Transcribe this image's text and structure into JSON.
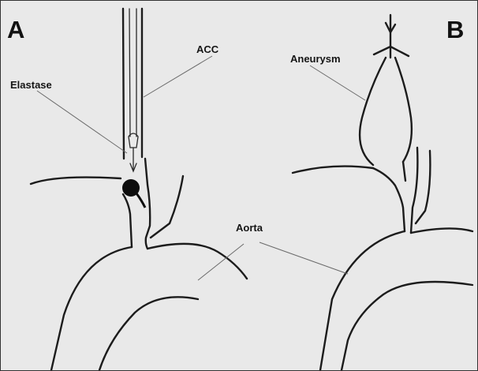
{
  "figure": {
    "panel_a": {
      "letter": "A",
      "labels": {
        "catheter": "ACC",
        "agent": "Elastase",
        "vessel": "Aorta"
      }
    },
    "panel_b": {
      "letter": "B",
      "labels": {
        "lesion": "Aneurysm"
      }
    },
    "colors": {
      "background": "#e9e9e9",
      "ink": "#1c1c1c",
      "leader": "#6a6a6a"
    }
  }
}
